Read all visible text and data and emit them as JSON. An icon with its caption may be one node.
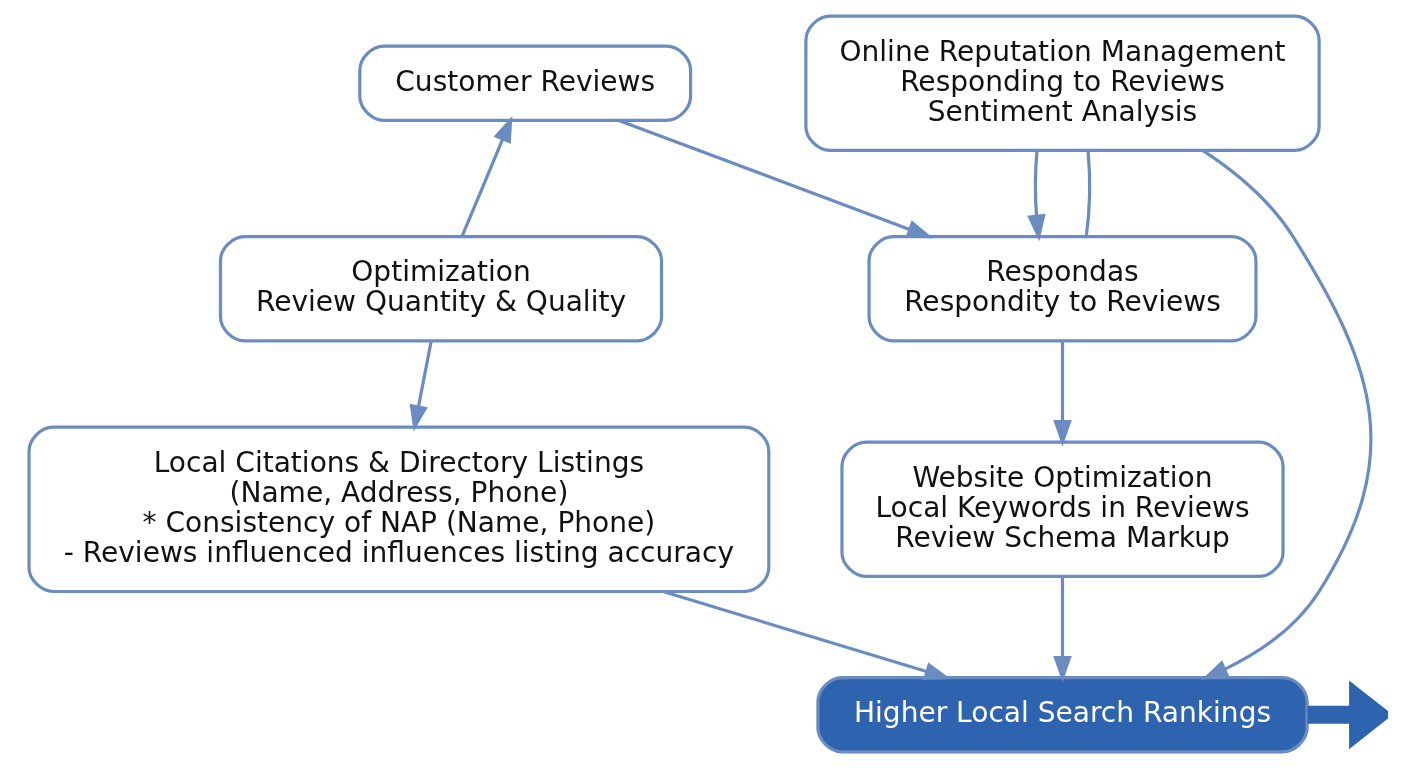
{
  "diagram": {
    "nodes": [
      {
        "text": [
          "Customer Reviews"
        ]
      },
      {
        "text": [
          "Optimization",
          "Review Quantity & Quality"
        ]
      },
      {
        "text": [
          "Online Reputation Management",
          "Responding to Reviews",
          "Sentiment Analysis"
        ]
      },
      {
        "text": [
          "Respondas",
          "Respondity to Reviews"
        ]
      },
      {
        "text": [
          "Local Citations & Directory Listings",
          "(Name, Address, Phone)",
          "* Consistency of NAP (Name, Phone)",
          "- Reviews influenced influences listing accuracy"
        ]
      },
      {
        "text": [
          "Website Optimization",
          "Local Keywords in Reviews",
          "Review Schema Markup"
        ]
      },
      {
        "text": [
          "Higher Local Search Rankings"
        ]
      }
    ],
    "edges": [
      {
        "from": 1,
        "to": 0,
        "arrow": "to"
      },
      {
        "from": 1,
        "to": 4,
        "arrow": "to"
      },
      {
        "from": 0,
        "to": 3,
        "arrow": "to"
      },
      {
        "from": 2,
        "to": 3,
        "arrow": "to"
      },
      {
        "from": 2,
        "to": 3,
        "arrow": "none"
      },
      {
        "from": 3,
        "to": 5,
        "arrow": "to"
      },
      {
        "from": 4,
        "to": 6,
        "arrow": "to"
      },
      {
        "from": 2,
        "to": 6,
        "arrow": "to"
      },
      {
        "from": 5,
        "to": 6,
        "arrow": "to"
      },
      {
        "from": 6,
        "to": null,
        "arrow": "to",
        "style": "thick"
      }
    ]
  }
}
